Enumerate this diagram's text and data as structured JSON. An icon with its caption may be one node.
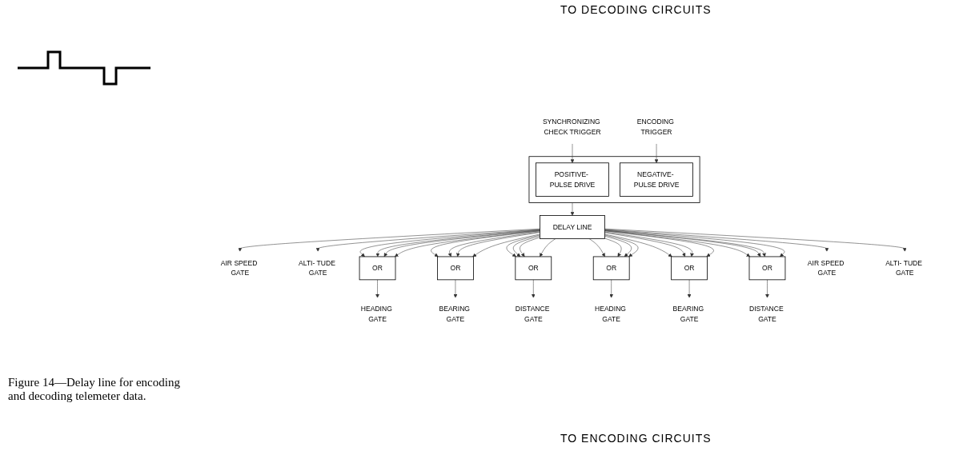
{
  "diagram": {
    "caption": "Figure 14—Delay line for encoding and decoding telemeter data.",
    "nodes": [
      {
        "text": [
          "SYNCHRONIZING CHECK TRIGGER"
        ]
      },
      {
        "text": [
          "ENCODING TRIGGER"
        ]
      },
      {
        "text": [],
        "shape": "box"
      },
      {
        "text": [
          "POSITIVE- PULSE DRIVE"
        ],
        "in": 2
      },
      {
        "text": [
          "NEGATIVE- PULSE DRIVE"
        ],
        "in": 2
      },
      {
        "text": [
          "DELAY LINE"
        ]
      },
      {
        "text": [
          "AIR SPEED GATE"
        ]
      },
      {
        "text": [
          "ALTI- TUDE GATE"
        ]
      },
      {
        "text": [
          "HEADING GATE"
        ]
      },
      {
        "text": [
          "BEARING GATE"
        ]
      },
      {
        "text": [
          "DISTANCE GATE"
        ]
      },
      {
        "text": [
          "OR"
        ]
      },
      {
        "text": [
          "OR"
        ]
      },
      {
        "text": [
          "OR"
        ]
      },
      {
        "text": [
          "OR"
        ]
      },
      {
        "text": [
          "OR"
        ]
      },
      {
        "text": [
          "OR"
        ]
      },
      {
        "text": [
          "AIR SPEED GATE"
        ]
      },
      {
        "text": [
          "ALTI- TUDE GATE"
        ]
      },
      {
        "text": [
          "HEADING GATE"
        ]
      },
      {
        "text": [
          "BEARING GATE"
        ]
      },
      {
        "text": [
          "DISTANCE GATE"
        ]
      }
    ],
    "edges": [
      {
        "from": 0,
        "to": 3,
        "arrow": "to"
      },
      {
        "from": 1,
        "to": 4,
        "arrow": "to"
      },
      {
        "from": 2,
        "to": 5,
        "arrow": "to"
      },
      {
        "from": 5,
        "to": 6,
        "arrow": "to"
      },
      {
        "from": 5,
        "to": 7,
        "arrow": "to"
      },
      {
        "from": 5,
        "to": 11,
        "arrow": "to"
      },
      {
        "from": 5,
        "to": 11,
        "arrow": "to"
      },
      {
        "from": 5,
        "to": 11,
        "arrow": "to"
      },
      {
        "from": 5,
        "to": 11,
        "arrow": "to"
      },
      {
        "from": 11,
        "to": 8,
        "arrow": "to"
      },
      {
        "from": 5,
        "to": 12,
        "arrow": "to"
      },
      {
        "from": 5,
        "to": 12,
        "arrow": "to"
      },
      {
        "from": 5,
        "to": 12,
        "arrow": "to"
      },
      {
        "from": 5,
        "to": 12,
        "arrow": "to"
      },
      {
        "from": 12,
        "to": 9,
        "arrow": "to"
      },
      {
        "from": 5,
        "to": 13,
        "arrow": "to"
      },
      {
        "from": 5,
        "to": 13,
        "arrow": "to"
      },
      {
        "from": 5,
        "to": 13,
        "arrow": "to"
      },
      {
        "from": 5,
        "to": 13,
        "arrow": "to"
      },
      {
        "from": 13,
        "to": 10,
        "arrow": "to"
      },
      {
        "from": 5,
        "to": 17,
        "arrow": "to"
      },
      {
        "from": 5,
        "to": 18,
        "arrow": "to"
      },
      {
        "from": 5,
        "to": 14,
        "arrow": "to"
      },
      {
        "from": 5,
        "to": 14,
        "arrow": "to"
      },
      {
        "from": 5,
        "to": 14,
        "arrow": "to"
      },
      {
        "from": 5,
        "to": 14,
        "arrow": "to"
      },
      {
        "from": 14,
        "to": 19,
        "arrow": "to"
      },
      {
        "from": 5,
        "to": 15,
        "arrow": "to"
      },
      {
        "from": 5,
        "to": 15,
        "arrow": "to"
      },
      {
        "from": 5,
        "to": 15,
        "arrow": "to"
      },
      {
        "from": 5,
        "to": 15,
        "arrow": "to"
      },
      {
        "from": 15,
        "to": 20,
        "arrow": "to"
      },
      {
        "from": 5,
        "to": 16,
        "arrow": "to"
      },
      {
        "from": 5,
        "to": 16,
        "arrow": "to"
      },
      {
        "from": 5,
        "to": 16,
        "arrow": "to"
      },
      {
        "from": 5,
        "to": 16,
        "arrow": "to"
      },
      {
        "from": 16,
        "to": 21,
        "arrow": "to"
      }
    ],
    "labels": [
      "TO DECODING CIRCUITS",
      "TO ENCODING CIRCUITS"
    ]
  }
}
